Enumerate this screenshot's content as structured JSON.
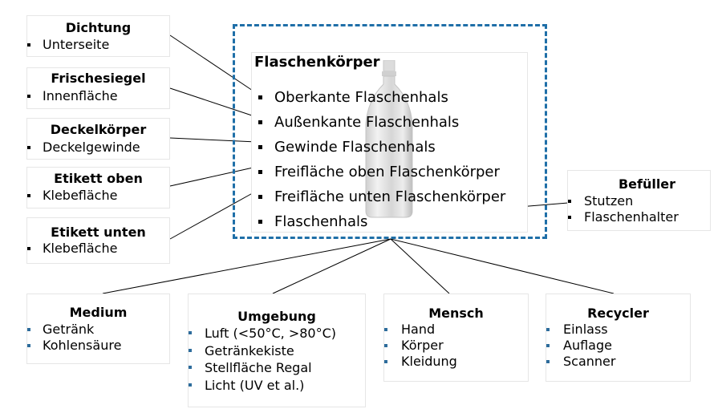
{
  "colors": {
    "dashed_frame": "#1f6fa8",
    "bullet_blue": "#2d6c9c",
    "box_border": "#e6e6e6"
  },
  "center": {
    "title": "Flaschenkörper",
    "items": [
      "Oberkante Flaschenhals",
      "Außenkante Flaschenhals",
      "Gewinde Flaschenhals",
      "Freifläche oben Flaschenkörper",
      "Freifläche unten Flaschenkörper",
      "Flaschenhals"
    ]
  },
  "left_boxes": [
    {
      "title": "Dichtung",
      "items": [
        "Unterseite"
      ]
    },
    {
      "title": "Frischesiegel",
      "items": [
        "Innenfläche"
      ]
    },
    {
      "title": "Deckelkörper",
      "items": [
        "Deckelgewinde"
      ]
    },
    {
      "title": "Etikett oben",
      "items": [
        "Klebefläche"
      ]
    },
    {
      "title": "Etikett unten",
      "items": [
        "Klebefläche"
      ]
    }
  ],
  "right_box": {
    "title": "Befüller",
    "items": [
      "Stutzen",
      "Flaschenhalter"
    ]
  },
  "bottom_boxes": [
    {
      "title": "Medium",
      "items": [
        "Getränk",
        "Kohlensäure"
      ]
    },
    {
      "title": "Umgebung",
      "items": [
        "Luft (<50°C, >80°C)",
        "Getränkekiste",
        "Stellfläche Regal",
        "Licht (UV et al.)"
      ]
    },
    {
      "title": "Mensch",
      "items": [
        "Hand",
        "Körper",
        "Kleidung"
      ]
    },
    {
      "title": "Recycler",
      "items": [
        "Einlass",
        "Auflage",
        "Scanner"
      ]
    }
  ]
}
